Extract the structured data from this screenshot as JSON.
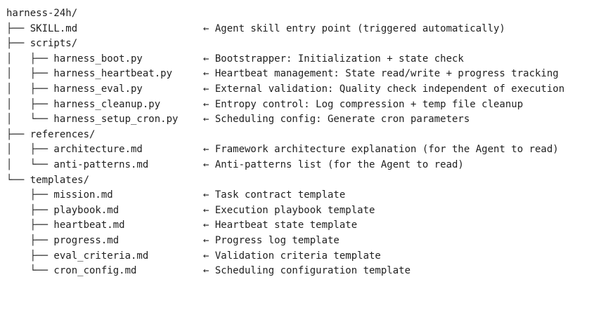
{
  "tree": {
    "lines": [
      {
        "path": "harness-24h/",
        "comment": ""
      },
      {
        "path": "├── SKILL.md",
        "comment": "← Agent skill entry point (triggered automatically)"
      },
      {
        "path": "├── scripts/",
        "comment": ""
      },
      {
        "path": "│   ├── harness_boot.py",
        "comment": "← Bootstrapper: Initialization + state check"
      },
      {
        "path": "│   ├── harness_heartbeat.py",
        "comment": "← Heartbeat management: State read/write + progress tracking"
      },
      {
        "path": "│   ├── harness_eval.py",
        "comment": "← External validation: Quality check independent of execution"
      },
      {
        "path": "│   ├── harness_cleanup.py",
        "comment": "← Entropy control: Log compression + temp file cleanup"
      },
      {
        "path": "│   └── harness_setup_cron.py",
        "comment": "← Scheduling config: Generate cron parameters"
      },
      {
        "path": "├── references/",
        "comment": ""
      },
      {
        "path": "│   ├── architecture.md",
        "comment": "← Framework architecture explanation (for the Agent to read)"
      },
      {
        "path": "│   └── anti-patterns.md",
        "comment": "← Anti-patterns list (for the Agent to read)"
      },
      {
        "path": "└── templates/",
        "comment": ""
      },
      {
        "path": "    ├── mission.md",
        "comment": "← Task contract template"
      },
      {
        "path": "    ├── playbook.md",
        "comment": "← Execution playbook template"
      },
      {
        "path": "    ├── heartbeat.md",
        "comment": "← Heartbeat state template"
      },
      {
        "path": "    ├── progress.md",
        "comment": "← Progress log template"
      },
      {
        "path": "    ├── eval_criteria.md",
        "comment": "← Validation criteria template"
      },
      {
        "path": "    └── cron_config.md",
        "comment": "← Scheduling configuration template"
      }
    ]
  }
}
